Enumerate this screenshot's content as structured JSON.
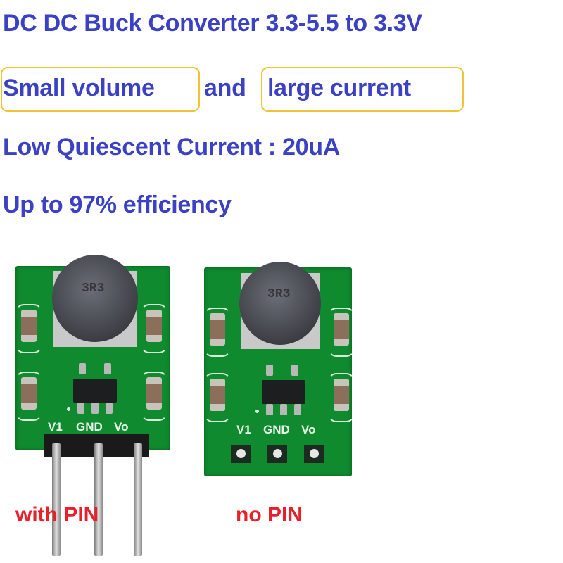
{
  "headlines": {
    "title": "DC DC Buck Converter 3.3-5.5 to 3.3V",
    "feature_1_part1": "Small volume",
    "feature_1_join": "and",
    "feature_1_part2": "large current",
    "feature_2": "Low Quiescent Current : 20uA",
    "feature_3": "Up to 97% efficiency"
  },
  "colors": {
    "headline_blue": "#3a41c4",
    "highlight_box": "#f1c232",
    "label_red": "#e8202a",
    "pcb_green": "#0f8a2e"
  },
  "products": [
    {
      "label": "with PIN",
      "inductor_marking": "3R3",
      "silkscreen": {
        "vin": "V1",
        "gnd": "GND",
        "vout": "Vo"
      }
    },
    {
      "label": "no PIN",
      "inductor_marking": "3R3",
      "silkscreen": {
        "vin": "V1",
        "gnd": "GND",
        "vout": "Vo"
      }
    }
  ]
}
